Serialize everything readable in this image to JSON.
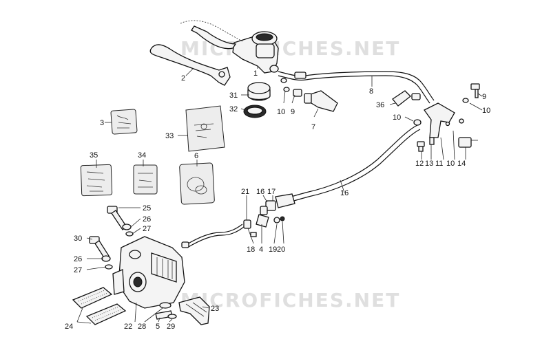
{
  "watermark": {
    "top": "MICROFICHES.NET",
    "bottom": "MICROFICHES.NET"
  },
  "labels": {
    "l1": "1",
    "l2": "2",
    "l3": "3",
    "l4": "4",
    "l5": "5",
    "l6": "6",
    "l7": "7",
    "l8": "8",
    "l9a": "9",
    "l9b": "9",
    "l10a": "10",
    "l10b": "10",
    "l10c": "10",
    "l10d": "10",
    "l11": "11",
    "l12": "12",
    "l13": "13",
    "l14": "14",
    "l16a": "16",
    "l16b": "16",
    "l17": "17",
    "l18": "18",
    "l19": "19",
    "l20": "20",
    "l21": "21",
    "l22": "22",
    "l23": "23",
    "l24": "24",
    "l25": "25",
    "l26a": "26",
    "l26b": "26",
    "l27a": "27",
    "l27b": "27",
    "l28": "28",
    "l29": "29",
    "l30": "30",
    "l31": "31",
    "l32": "32",
    "l33": "33",
    "l34": "34",
    "l35": "35",
    "l36": "36"
  }
}
